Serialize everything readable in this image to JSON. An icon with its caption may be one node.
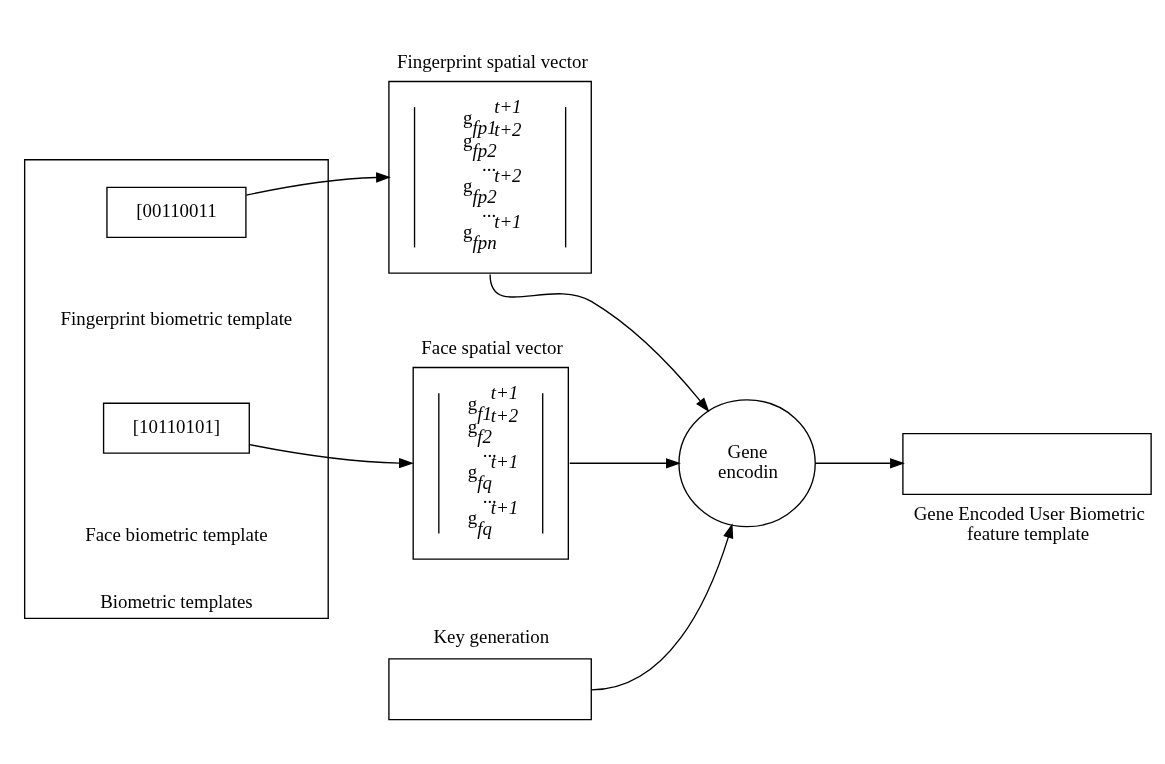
{
  "diagram": {
    "nodes": [
      {
        "text": [
          "Biometric templates"
        ]
      },
      {
        "text": [
          "[10110101]"
        ],
        "in": 0
      },
      {
        "text": [
          "[00110011"
        ],
        "in": 0
      },
      {
        "text": [
          "Face spatial vector",
          "g$_{f1}$$^{t+1}$ g$_{f2}$$^{t+2}$ ... g$_{fq}$$^{t+1}$ ... g$_{fq}$$^{t+1}$"
        ]
      },
      {
        "text": [
          "Fingerprint spatial vector",
          "g$_{fp1}$$^{t+1}$ g$_{fp2}$$^{t+2}$ ... g$_{fp2}$$^{t+2}$ ... g$_{fpn}$$^{t+1}$"
        ]
      },
      {
        "text": [
          "Key generation"
        ]
      },
      {
        "text": [
          "Gene encodin"
        ]
      },
      {
        "text": [
          "Gene Encoded User Biometric feature template"
        ]
      }
    ],
    "edges": [
      {
        "from": 1,
        "to": 3,
        "arrow": "to"
      },
      {
        "from": 2,
        "to": 4,
        "arrow": "to"
      },
      {
        "from": 3,
        "to": 6,
        "arrow": "to"
      },
      {
        "from": 4,
        "to": 6,
        "arrow": "to"
      },
      {
        "from": 5,
        "to": 6,
        "arrow": "to"
      },
      {
        "from": 6,
        "to": 7,
        "arrow": "to"
      }
    ],
    "labels": [
      "Face biometric template",
      "Fingerprint biometric template"
    ]
  }
}
